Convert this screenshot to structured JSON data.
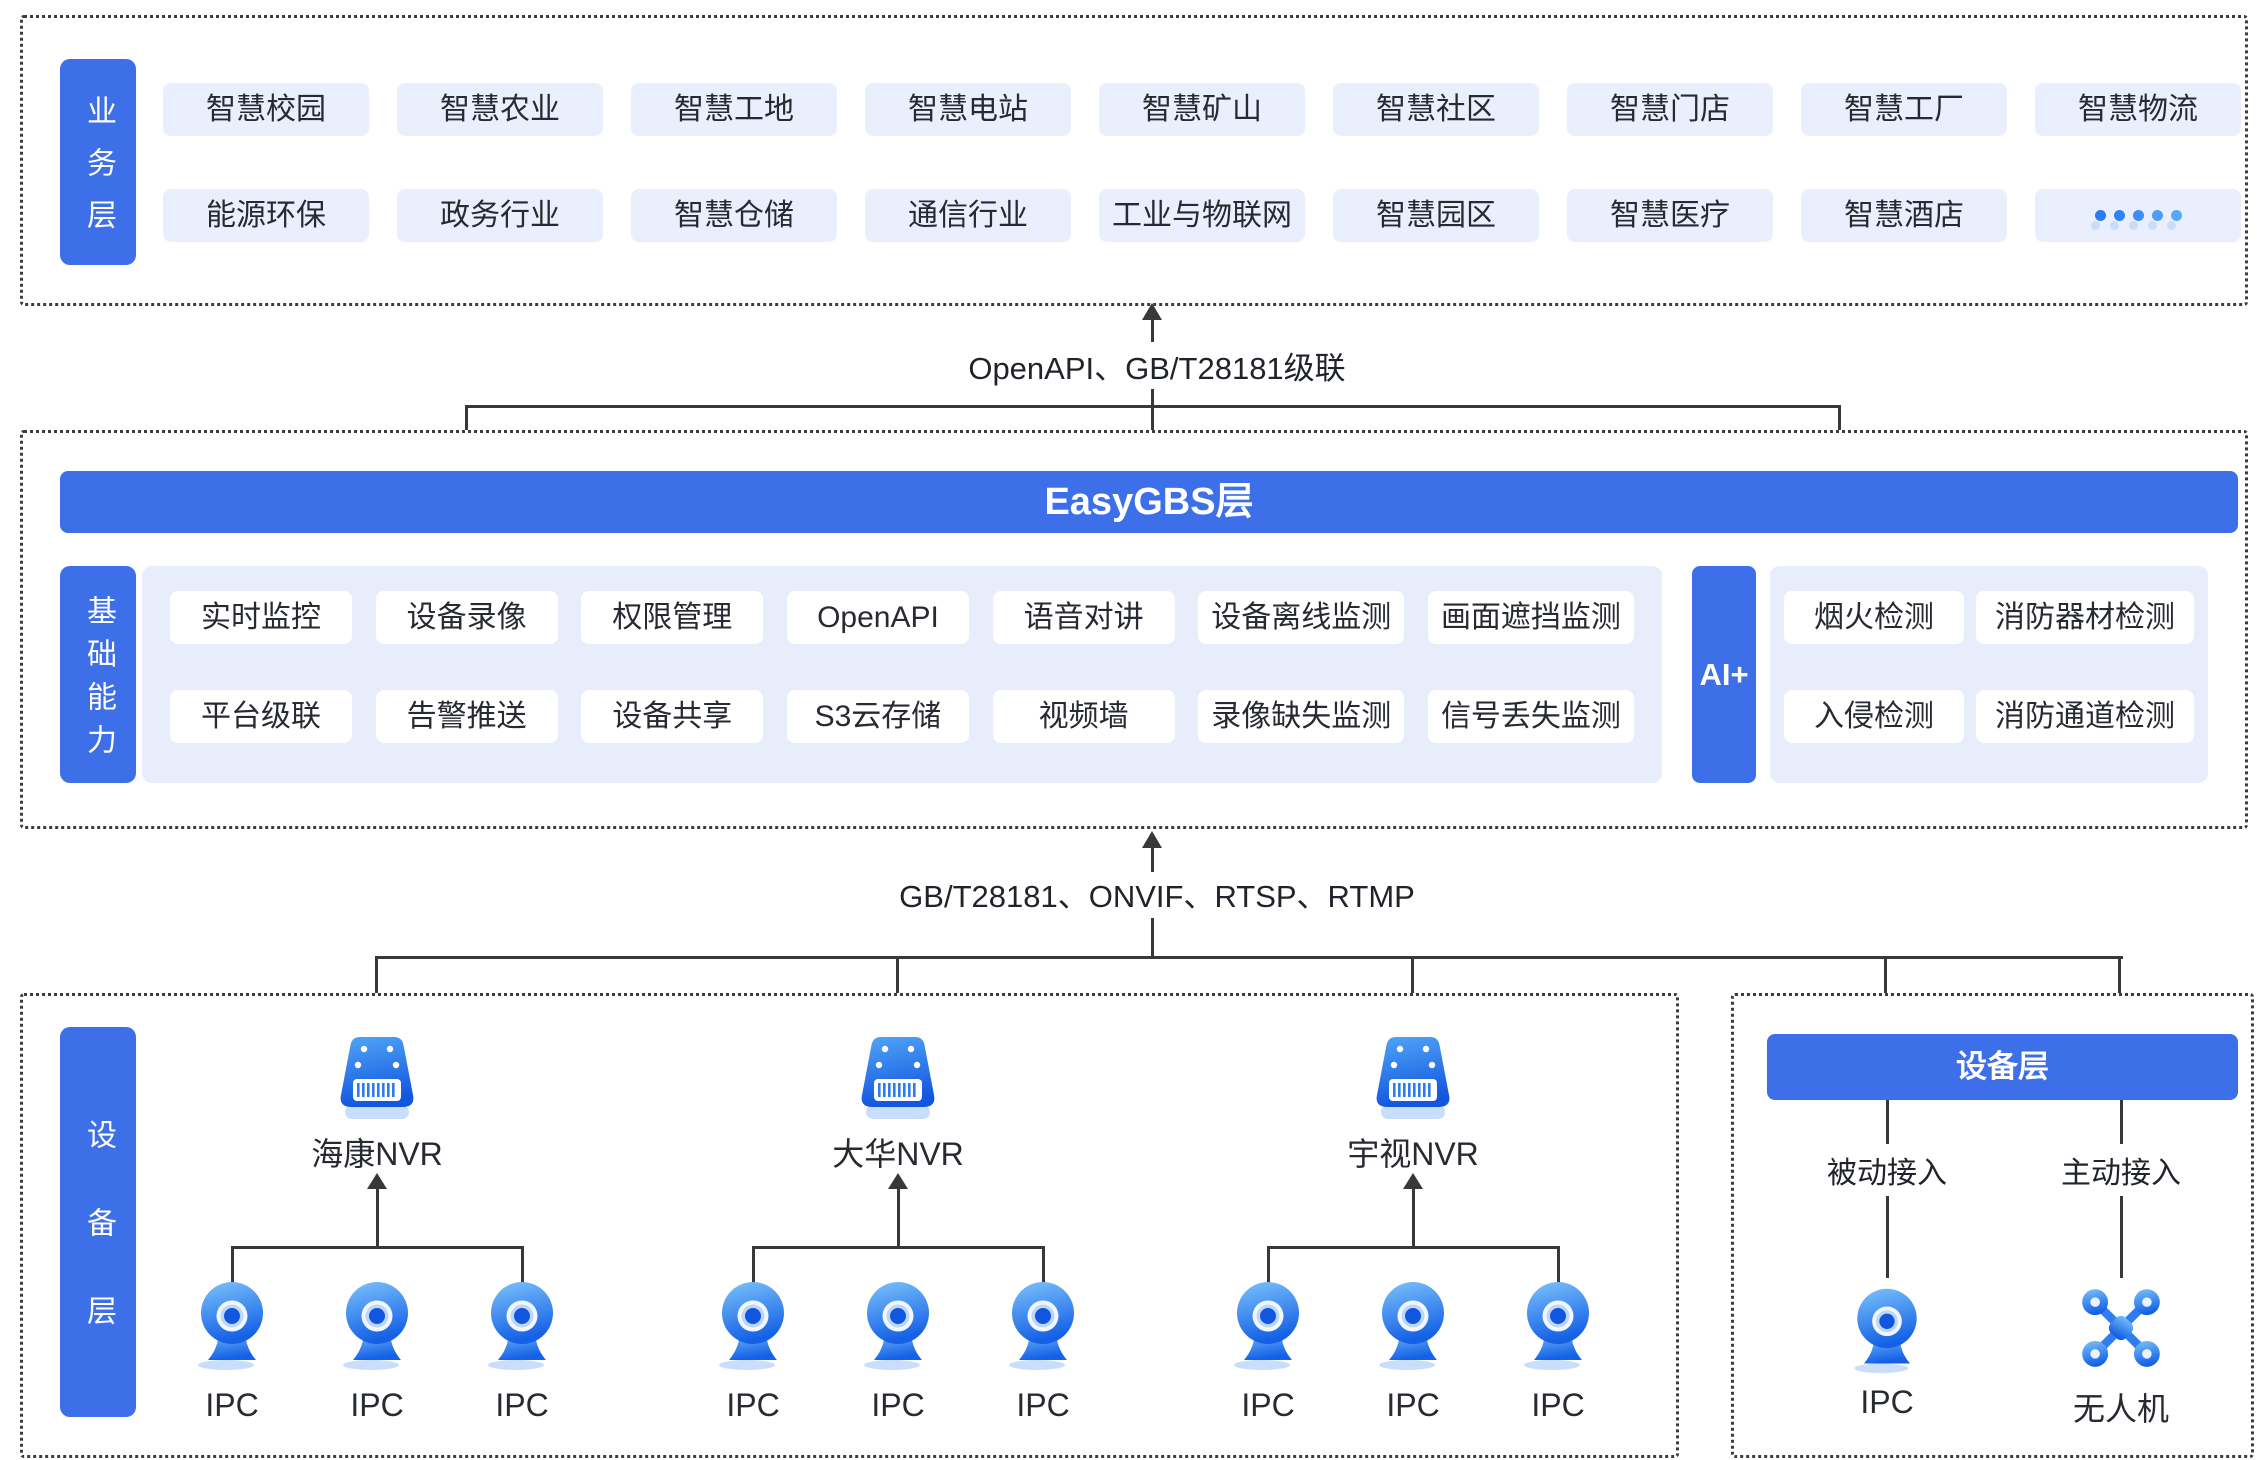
{
  "business_layer": {
    "label": "业务层",
    "industries_row1": [
      "智慧校园",
      "智慧农业",
      "智慧工地",
      "智慧电站",
      "智慧矿山",
      "智慧社区",
      "智慧门店",
      "智慧工厂",
      "智慧物流"
    ],
    "industries_row2": [
      "能源环保",
      "政务行业",
      "智慧仓储",
      "通信行业",
      "工业与物联网",
      "智慧园区",
      "智慧医疗",
      "智慧酒店"
    ],
    "more_icon": "ellipsis-dots-icon"
  },
  "connector_top": {
    "label": "OpenAPI、GB/T28181级联"
  },
  "easygbs_layer": {
    "title": "EasyGBS层"
  },
  "capabilities": {
    "label": "基础能力",
    "row1": [
      "实时监控",
      "设备录像",
      "权限管理",
      "OpenAPI",
      "语音对讲",
      "设备离线监测",
      "画面遮挡监测"
    ],
    "row2": [
      "平台级联",
      "告警推送",
      "设备共享",
      "S3云存储",
      "视频墙",
      "录像缺失监测",
      "信号丢失监测"
    ]
  },
  "ai_plus": {
    "label": "AI+",
    "row1": [
      "烟火检测",
      "消防器材检测"
    ],
    "row2": [
      "入侵检测",
      "消防通道检测"
    ]
  },
  "connector_bottom": {
    "label": "GB/T28181、ONVIF、RTSP、RTMP"
  },
  "device_layer_left": {
    "label": "设备层",
    "groups": [
      {
        "nvr": "海康NVR",
        "cameras": [
          "IPC",
          "IPC",
          "IPC"
        ]
      },
      {
        "nvr": "大华NVR",
        "cameras": [
          "IPC",
          "IPC",
          "IPC"
        ]
      },
      {
        "nvr": "宇视NVR",
        "cameras": [
          "IPC",
          "IPC",
          "IPC"
        ]
      }
    ]
  },
  "device_layer_right": {
    "title": "设备层",
    "columns": [
      {
        "mode": "被动接入",
        "device": "IPC",
        "icon": "ipc-camera-icon"
      },
      {
        "mode": "主动接入",
        "device": "无人机",
        "icon": "drone-icon"
      }
    ]
  },
  "colors": {
    "accent_blue": "#3d6fe8",
    "chip_light_blue": "#e9effc",
    "panel_light_blue": "#e7edfb",
    "line_dark": "#383838",
    "text_dark": "#272a30",
    "icon_blue_light": "#7cc3fb",
    "icon_blue_dark": "#1460e6"
  }
}
